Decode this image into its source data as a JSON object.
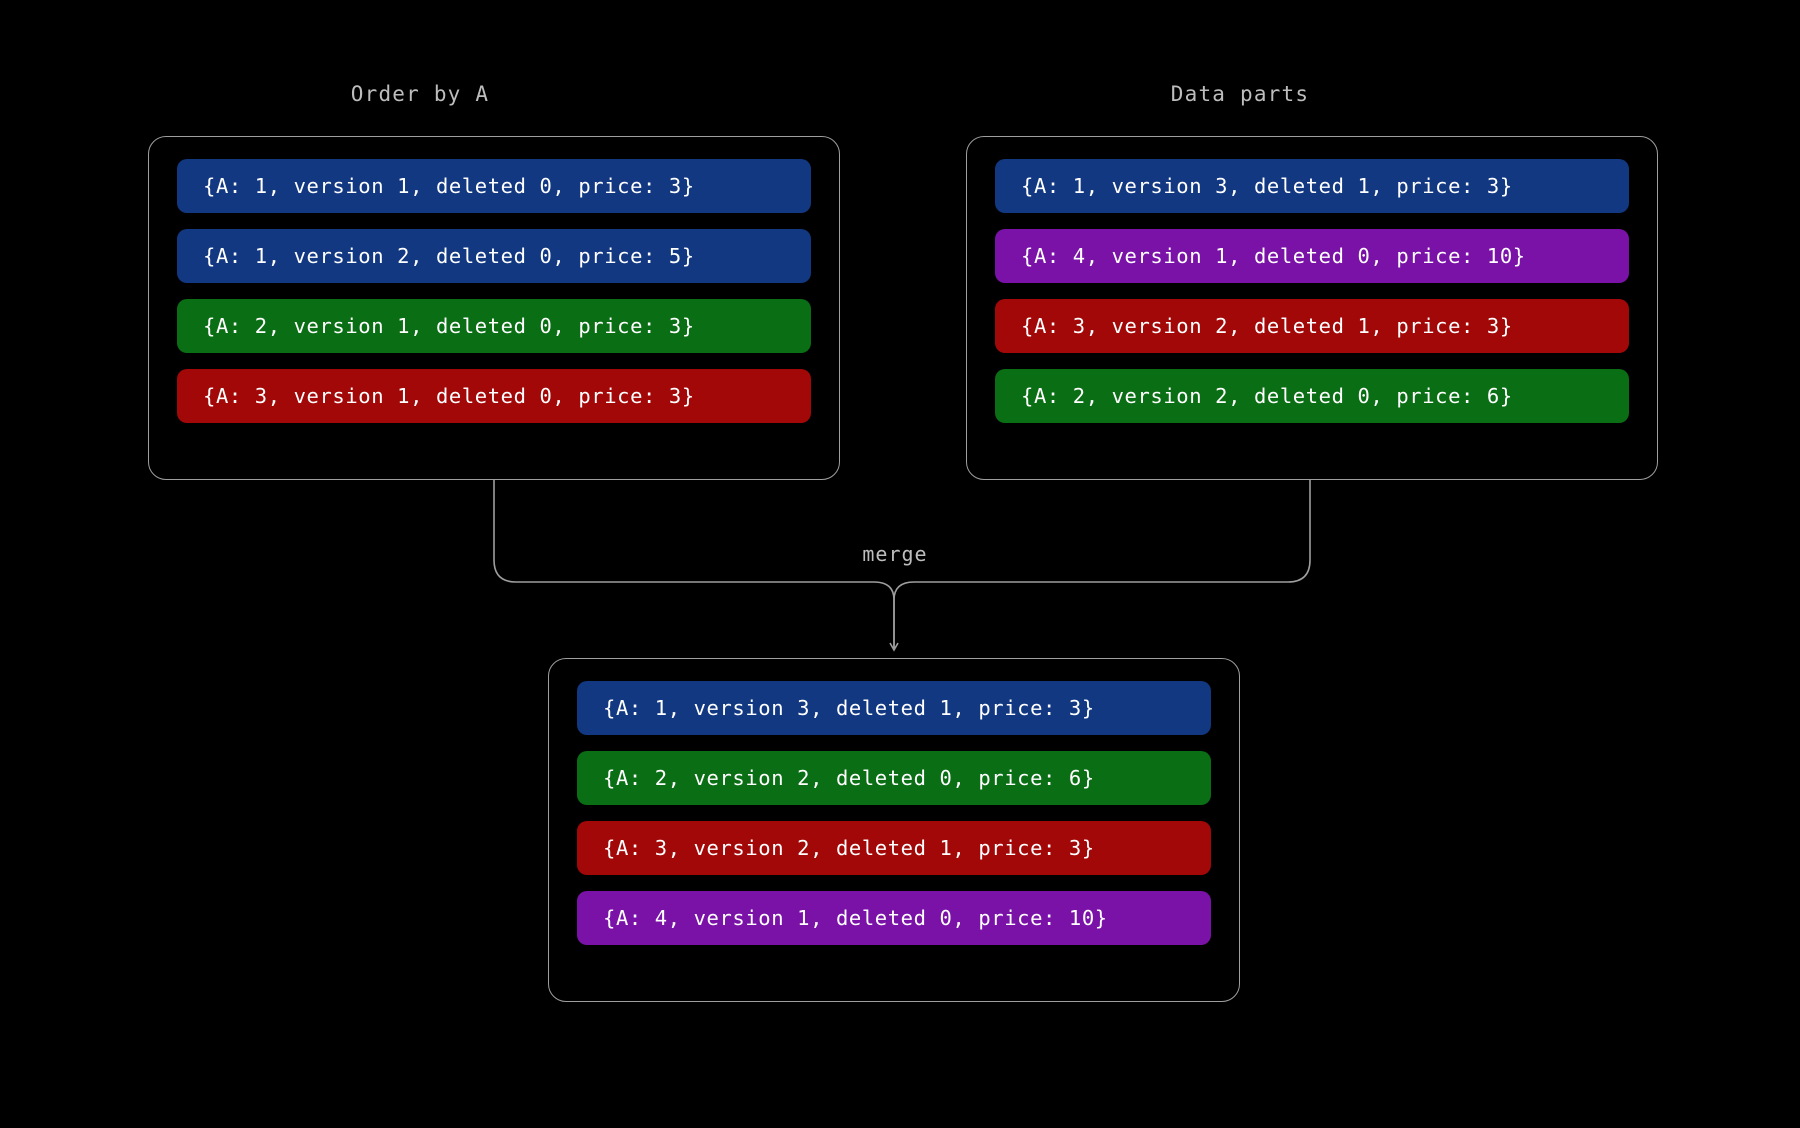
{
  "diagram": {
    "background_color": "#000000",
    "line_color": "#9e9e9e",
    "text_color": "#bdbdbd",
    "merge_label": "merge"
  },
  "palette": {
    "blue": "#123882",
    "green": "#0a6e14",
    "red": "#a30808",
    "purple": "#7a12a8"
  },
  "panels": [
    {
      "id": "order-by-a",
      "title": "Order by A",
      "records": [
        {
          "text": "{A: 1, version 1, deleted 0, price: 3}",
          "color": "blue"
        },
        {
          "text": "{A: 1, version 2, deleted 0, price: 5}",
          "color": "blue"
        },
        {
          "text": "{A: 2, version 1, deleted 0, price: 3}",
          "color": "green"
        },
        {
          "text": "{A: 3, version 1, deleted 0, price: 3}",
          "color": "red"
        }
      ]
    },
    {
      "id": "data-parts",
      "title": "Data parts",
      "records": [
        {
          "text": "{A: 1, version 3, deleted 1, price: 3}",
          "color": "blue"
        },
        {
          "text": "{A: 4, version 1, deleted 0, price: 10}",
          "color": "purple"
        },
        {
          "text": "{A: 3, version 2, deleted 1, price: 3}",
          "color": "red"
        },
        {
          "text": "{A: 2, version 2, deleted 0, price: 6}",
          "color": "green"
        }
      ]
    },
    {
      "id": "merged-result",
      "title": "",
      "records": [
        {
          "text": "{A: 1, version 3, deleted 1, price: 3}",
          "color": "blue"
        },
        {
          "text": "{A: 2, version 2, deleted 0, price: 6}",
          "color": "green"
        },
        {
          "text": "{A: 3, version 2, deleted 1, price: 3}",
          "color": "red"
        },
        {
          "text": "{A: 4, version 1, deleted 0, price: 10}",
          "color": "purple"
        }
      ]
    }
  ]
}
